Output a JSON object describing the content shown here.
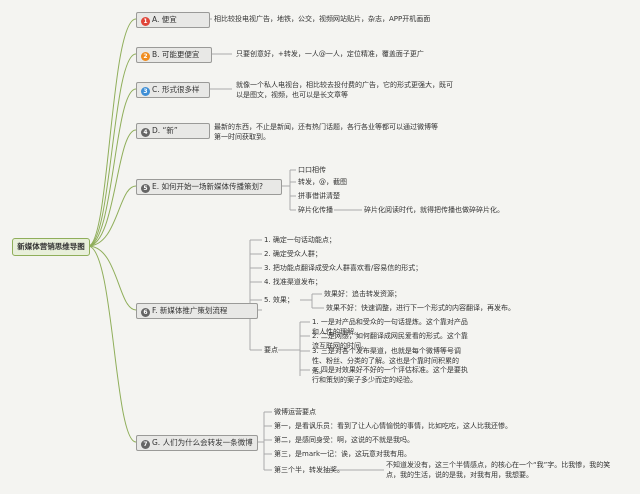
{
  "root": "新媒体营销思维导图",
  "colors": {
    "line": "#8fae5a",
    "branch": "#9a9a98",
    "badge_a": "#e0463a",
    "badge_b": "#f08c1e",
    "badge_c": "#3f8fd6",
    "badge_grey": "#666666"
  },
  "branches": [
    {
      "num": "1",
      "icon": "badge-red",
      "label": "A. 便宜",
      "detail": "相比较投电视广告，地铁，公交，视频网站贴片，杂志，APP开机画面"
    },
    {
      "num": "2",
      "icon": "badge-orange",
      "label": "B. 可能更便宜",
      "detail": "只要创意好，+转发，一人@一人，定位精准，覆盖面子更广"
    },
    {
      "num": "3",
      "icon": "badge-blue",
      "label": "C. 形式很多样",
      "detail": "就像一个私人电视台，相比较去投付费的广告，它的形式更强大，既可以是图文，视频，也可以是长文章等"
    },
    {
      "num": "4",
      "icon": "badge-grey",
      "label": "D. “新”",
      "detail": "最新的东西，不止是新闻，还有热门话题，各行各业等都可以通过微博等第一时间获取到。"
    },
    {
      "num": "5",
      "icon": "badge-grey",
      "label": "E. 如何开始一场新媒体传播策划?",
      "items": [
        "口口相传",
        "转发，@，截图",
        "拼事借讲清楚",
        "碎片化传播"
      ],
      "items_note": "碎片化阅读时代，就得把传播也做碎碎片化。"
    },
    {
      "num": "6",
      "icon": "badge-grey",
      "label": "F. 新媒体推广策划流程",
      "steps": [
        "1. 确定一句话动能点；",
        "2. 确定受众人群；",
        "3. 把功能点翻译成受众人群喜欢看/容易信的形式；",
        "4. 找准渠道发布；",
        "5. 效果；"
      ],
      "effects": [
        "效果好：追击转发资源；",
        "效果不好：快速调整，进行下一个形式的内容翻译，再发布。"
      ],
      "key_label": "要点",
      "keys": [
        "1. 一是对产品和受众的一句话提炼。这个靠对产品和人性的理解。",
        "2. 二是网感，如何翻译成网民爱看的形式。这个靠流互联网的时间。",
        "3. 三是对各个发布渠道，也就是每个微博等号调性、粉丝、分类的了解。这也是个靠时间积累的活。",
        "4. 四是对效果好不好的一个评估标准。这个是要执行和策划的案子多少而定的经验。"
      ]
    },
    {
      "num": "7",
      "icon": "badge-grey",
      "label": "G. 人们为什么会转发一条微博",
      "items": [
        "微博运营要点",
        "第一，是看讽乐员：看到了让人心情愉悦的事情，比如吃吃，这人比我还惨。",
        "第二，是感同身受：啊，这说的不就是我吗。",
        "第三，是mark一记：诶，这玩意对我有用。",
        "第三个半，转发抽奖。"
      ],
      "last_note": "不知道发没有，这三个半情感点，的核心在一个“我”字。比我惨，我的笑点，我的生活，说的是我，对我有用，我想要。"
    }
  ]
}
